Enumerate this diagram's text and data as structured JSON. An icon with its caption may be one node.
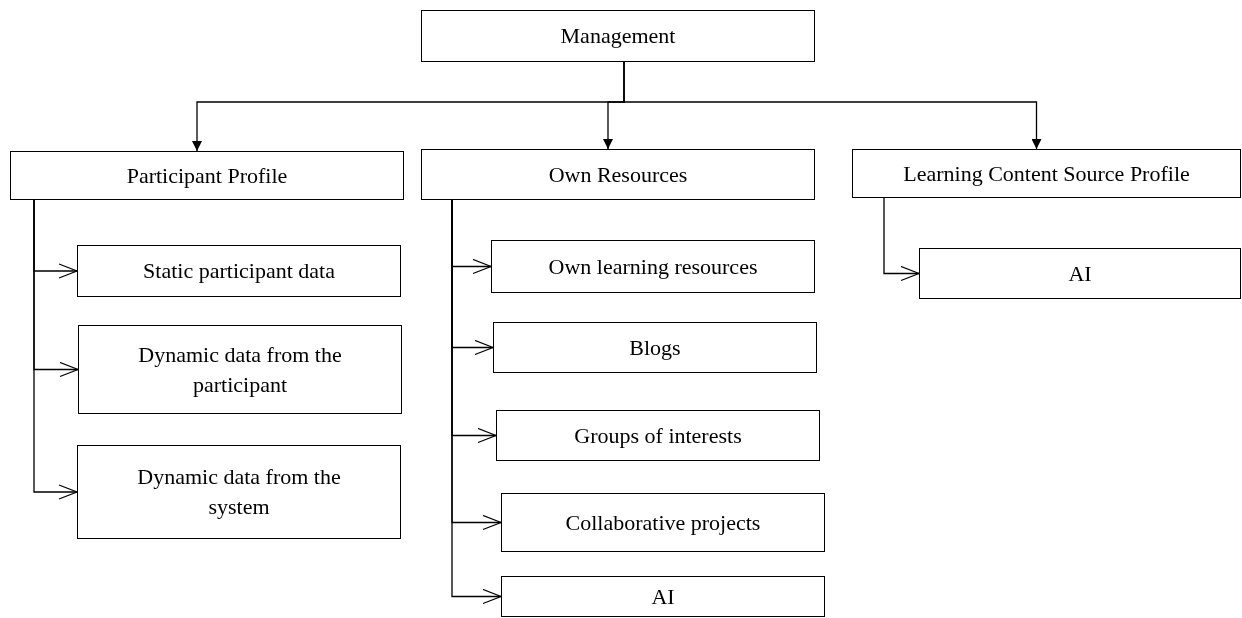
{
  "diagram": {
    "nodes": [
      {
        "text": [
          "Management"
        ]
      },
      {
        "text": [
          "Participant Profile"
        ]
      },
      {
        "text": [
          "Own Resources"
        ]
      },
      {
        "text": [
          "Learning Content Source Profile"
        ]
      },
      {
        "text": [
          "Static participant data"
        ]
      },
      {
        "text": [
          "Dynamic data from the participant"
        ]
      },
      {
        "text": [
          "Dynamic data from the system"
        ]
      },
      {
        "text": [
          "Own learning resources"
        ]
      },
      {
        "text": [
          "Blogs"
        ]
      },
      {
        "text": [
          "Groups of interests"
        ]
      },
      {
        "text": [
          "Collaborative projects"
        ]
      },
      {
        "text": [
          "AI"
        ]
      },
      {
        "text": [
          "AI"
        ]
      }
    ],
    "edges": [
      {
        "from": 0,
        "to": 1,
        "arrow": "to"
      },
      {
        "from": 0,
        "to": 2,
        "arrow": "to"
      },
      {
        "from": 0,
        "to": 3,
        "arrow": "to"
      },
      {
        "from": 1,
        "to": 4,
        "arrow": "to"
      },
      {
        "from": 1,
        "to": 5,
        "arrow": "to"
      },
      {
        "from": 1,
        "to": 6,
        "arrow": "to"
      },
      {
        "from": 2,
        "to": 7,
        "arrow": "to"
      },
      {
        "from": 2,
        "to": 8,
        "arrow": "to"
      },
      {
        "from": 2,
        "to": 9,
        "arrow": "to"
      },
      {
        "from": 2,
        "to": 10,
        "arrow": "to"
      },
      {
        "from": 2,
        "to": 11,
        "arrow": "to"
      },
      {
        "from": 3,
        "to": 12,
        "arrow": "to"
      }
    ]
  }
}
